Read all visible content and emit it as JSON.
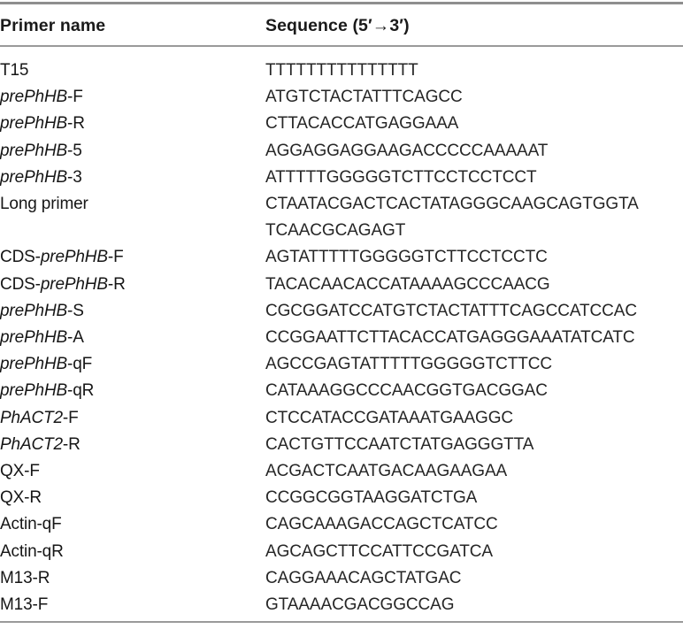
{
  "table": {
    "columns": [
      {
        "key": "name",
        "label": "Primer name"
      },
      {
        "key": "sequence",
        "label": "Sequence (5′→3′)"
      }
    ],
    "rows": [
      {
        "name_plain": "T15",
        "name_parts": [
          {
            "text": "T15",
            "style": "roman"
          }
        ],
        "sequence_lines": [
          "TTTTTTTTTTTTTTT"
        ]
      },
      {
        "name_plain": "prePhHB-F",
        "name_parts": [
          {
            "text": "prePhHB",
            "style": "italic"
          },
          {
            "text": "-F",
            "style": "roman"
          }
        ],
        "sequence_lines": [
          "ATGTCTACTATTTCAGCC"
        ]
      },
      {
        "name_plain": "prePhHB-R",
        "name_parts": [
          {
            "text": "prePhHB",
            "style": "italic"
          },
          {
            "text": "-R",
            "style": "roman"
          }
        ],
        "sequence_lines": [
          "CTTACACCATGAGGAAA"
        ]
      },
      {
        "name_plain": "prePhHB-5",
        "name_parts": [
          {
            "text": "prePhHB",
            "style": "italic"
          },
          {
            "text": "-5",
            "style": "roman"
          }
        ],
        "sequence_lines": [
          "AGGAGGAGGAAGACCCCCAAAAAT"
        ]
      },
      {
        "name_plain": "prePhHB-3",
        "name_parts": [
          {
            "text": "prePhHB",
            "style": "italic"
          },
          {
            "text": "-3",
            "style": "roman"
          }
        ],
        "sequence_lines": [
          "ATTTTTGGGGGTCTTCCTCCTCCT"
        ]
      },
      {
        "name_plain": "Long primer",
        "name_parts": [
          {
            "text": "Long primer",
            "style": "roman"
          }
        ],
        "sequence_lines": [
          "CTAATACGACTCACTATAGGGCAAGCAGTGGTA",
          "TCAACGCAGAGT"
        ]
      },
      {
        "name_plain": "CDS-prePhHB-F",
        "name_parts": [
          {
            "text": "CDS-",
            "style": "roman"
          },
          {
            "text": "prePhHB",
            "style": "italic"
          },
          {
            "text": "-F",
            "style": "roman"
          }
        ],
        "sequence_lines": [
          "AGTATTTTTGGGGGTCTTCCTCCTC"
        ]
      },
      {
        "name_plain": "CDS-prePhHB-R",
        "name_parts": [
          {
            "text": "CDS-",
            "style": "roman"
          },
          {
            "text": "prePhHB",
            "style": "italic"
          },
          {
            "text": "-R",
            "style": "roman"
          }
        ],
        "sequence_lines": [
          "TACACAACACCATAAAAGCCCAACG"
        ]
      },
      {
        "name_plain": "prePhHB-S",
        "name_parts": [
          {
            "text": "prePhHB",
            "style": "italic"
          },
          {
            "text": "-S",
            "style": "roman"
          }
        ],
        "sequence_lines": [
          "CGCGGATCCATGTCTACTATTTCAGCCATCCAC"
        ]
      },
      {
        "name_plain": "prePhHB-A",
        "name_parts": [
          {
            "text": "prePhHB",
            "style": "italic"
          },
          {
            "text": "-A",
            "style": "roman"
          }
        ],
        "sequence_lines": [
          "CCGGAATTCTTACACCATGAGGGAAATATCATC"
        ]
      },
      {
        "name_plain": "prePhHB-qF",
        "name_parts": [
          {
            "text": "prePhHB",
            "style": "italic"
          },
          {
            "text": "-qF",
            "style": "roman"
          }
        ],
        "sequence_lines": [
          "AGCCGAGTATTTTTGGGGGTCTTCC"
        ]
      },
      {
        "name_plain": "prePhHB-qR",
        "name_parts": [
          {
            "text": "prePhHB",
            "style": "italic"
          },
          {
            "text": "-qR",
            "style": "roman"
          }
        ],
        "sequence_lines": [
          "CATAAAGGCCCAACGGTGACGGAC"
        ]
      },
      {
        "name_plain": "PhACT2-F",
        "name_parts": [
          {
            "text": "PhACT2",
            "style": "italic"
          },
          {
            "text": "-F",
            "style": "roman"
          }
        ],
        "sequence_lines": [
          "CTCCATACCGATAAATGAAGGC"
        ]
      },
      {
        "name_plain": "PhACT2-R",
        "name_parts": [
          {
            "text": "PhACT2",
            "style": "italic"
          },
          {
            "text": "-R",
            "style": "roman"
          }
        ],
        "sequence_lines": [
          "CACTGTTCCAATCTATGAGGGTTA"
        ]
      },
      {
        "name_plain": "QX-F",
        "name_parts": [
          {
            "text": "QX-F",
            "style": "roman"
          }
        ],
        "sequence_lines": [
          "ACGACTCAATGACAAGAAGAA"
        ]
      },
      {
        "name_plain": "QX-R",
        "name_parts": [
          {
            "text": "QX-R",
            "style": "roman"
          }
        ],
        "sequence_lines": [
          "CCGGCGGTAAGGATCTGA"
        ]
      },
      {
        "name_plain": "Actin-qF",
        "name_parts": [
          {
            "text": "Actin-qF",
            "style": "roman"
          }
        ],
        "sequence_lines": [
          "CAGCAAAGACCAGCTCATCC"
        ]
      },
      {
        "name_plain": "Actin-qR",
        "name_parts": [
          {
            "text": "Actin-qR",
            "style": "roman"
          }
        ],
        "sequence_lines": [
          "AGCAGCTTCCATTCCGATCA"
        ]
      },
      {
        "name_plain": "M13-R",
        "name_parts": [
          {
            "text": "M13-R",
            "style": "roman"
          }
        ],
        "sequence_lines": [
          "CAGGAAACAGCTATGAC"
        ]
      },
      {
        "name_plain": "M13-F",
        "name_parts": [
          {
            "text": "M13-F",
            "style": "roman"
          }
        ],
        "sequence_lines": [
          "GTAAAACGACGGCCAG"
        ]
      }
    ]
  },
  "colors": {
    "text": "#1a1a1a",
    "rule_top": "#8e8e8e",
    "rule_thin": "#9a9a9a",
    "background": "#ffffff"
  }
}
